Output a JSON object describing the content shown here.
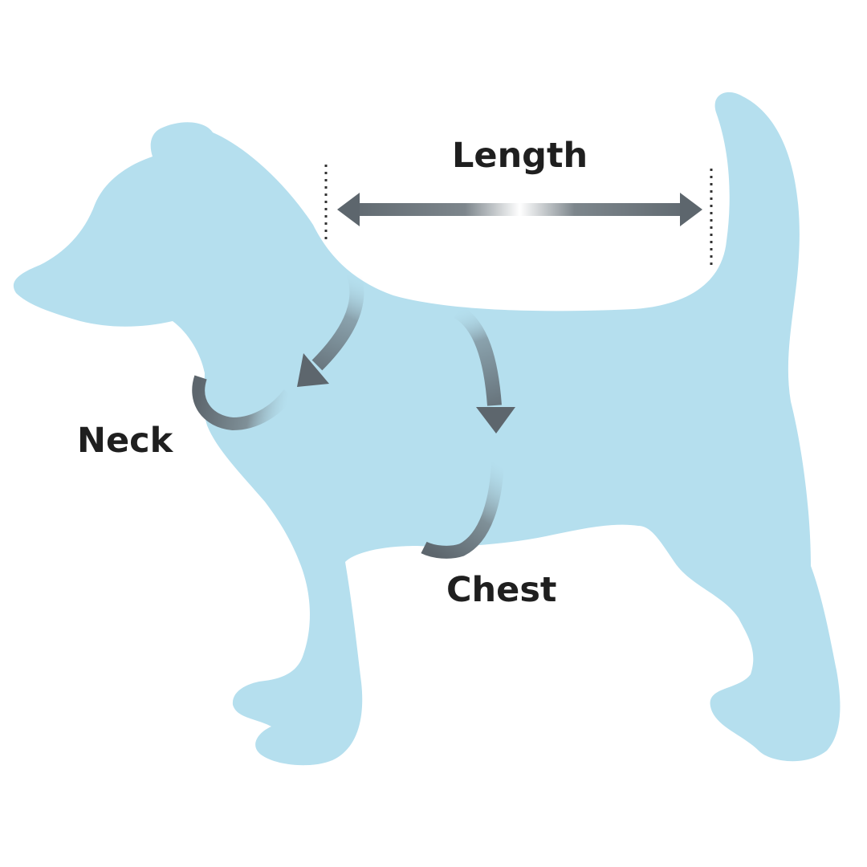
{
  "labels": {
    "length": "Length",
    "neck": "Neck",
    "chest": "Chest"
  },
  "colors": {
    "background": "#ffffff",
    "dog_silhouette": "#b5dfee",
    "arrow_dark": "#5d666d",
    "text": "#1f1f1f",
    "marker_line": "#333333"
  }
}
